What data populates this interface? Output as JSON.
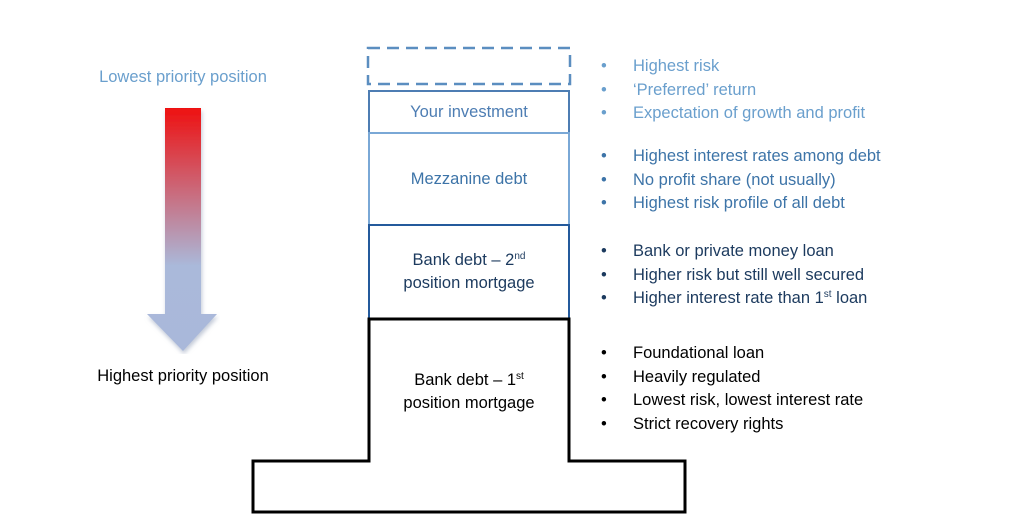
{
  "labels": {
    "lowest_priority": "Lowest priority position",
    "highest_priority": "Highest priority position"
  },
  "blocks": {
    "investment": "Your investment",
    "mezzanine": "Mezzanine debt",
    "bank2_line1": "Bank debt – 2",
    "bank2_sup": "nd",
    "bank2_line2": "position mortgage",
    "bank1_line1": "Bank debt – 1",
    "bank1_sup": "st",
    "bank1_line2": "position mortgage"
  },
  "bullets": {
    "investment": [
      "Highest risk",
      "‘Preferred’ return",
      "Expectation of growth and profit"
    ],
    "mezzanine": [
      "Highest interest rates among debt",
      "No profit share (not usually)",
      "Highest risk profile of all debt"
    ],
    "bank2": {
      "items": [
        "Bank or private money loan",
        "Higher risk but still well secured"
      ],
      "last_prefix": "Higher interest rate than 1",
      "last_sup": "st",
      "last_suffix": " loan"
    },
    "bank1": [
      "Foundational loan",
      "Heavily regulated",
      "Lowest risk, lowest interest rate",
      "Strict recovery rights"
    ]
  },
  "colors": {
    "light_blue": "#6a9fcd",
    "mid_blue": "#4d7db3",
    "text_blue": "#3d74a8",
    "dark_blue": "#245a9c",
    "black": "#000000",
    "arrow_top": "#ee1111",
    "arrow_bottom": "#aab9da",
    "dashed": "#5b8ec0"
  }
}
